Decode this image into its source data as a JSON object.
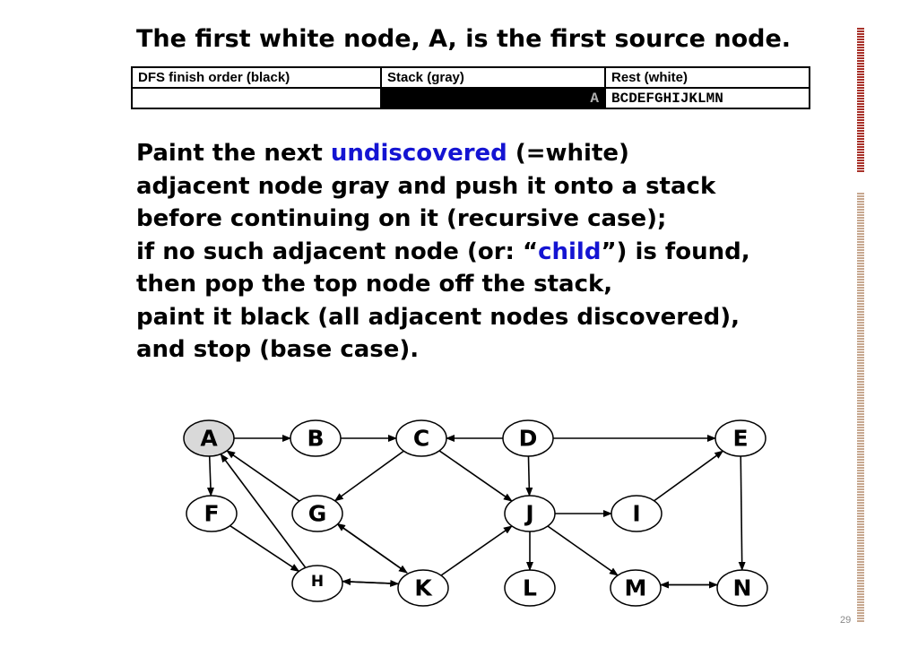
{
  "slide": {
    "title": "The first white node, A, is the first source node.",
    "page_number": "29"
  },
  "table": {
    "headers": [
      "DFS finish order (black)",
      "Stack (gray)",
      "Rest (white)"
    ],
    "finish_order": "",
    "stack": "A",
    "rest": "BCDEFGHIJKLMN"
  },
  "text": {
    "l1a": "Paint the next ",
    "l1b": "undiscovered",
    "l1c": " (=white)",
    "l2": "adjacent node gray and push it onto a stack",
    "l3": "before continuing on it (recursive case);",
    "l4a": "if no such adjacent node (or: “",
    "l4b": "child",
    "l4c": "”) is found,",
    "l5": "then pop the top node off the stack,",
    "l6": "paint it black (all adjacent nodes discovered),",
    "l7": "and stop (base case)."
  },
  "colors": {
    "highlight_blue": "#1414d2",
    "gray_node_fill": "#d9d9d9",
    "white_node_fill": "#ffffff"
  },
  "graph": {
    "nodes": [
      {
        "id": "A",
        "label": "A",
        "state": "gray"
      },
      {
        "id": "B",
        "label": "B",
        "state": "white"
      },
      {
        "id": "C",
        "label": "C",
        "state": "white"
      },
      {
        "id": "D",
        "label": "D",
        "state": "white"
      },
      {
        "id": "E",
        "label": "E",
        "state": "white"
      },
      {
        "id": "F",
        "label": "F",
        "state": "white"
      },
      {
        "id": "G",
        "label": "G",
        "state": "white"
      },
      {
        "id": "H",
        "label": "H",
        "state": "white"
      },
      {
        "id": "I",
        "label": "I",
        "state": "white"
      },
      {
        "id": "J",
        "label": "J",
        "state": "white"
      },
      {
        "id": "K",
        "label": "K",
        "state": "white"
      },
      {
        "id": "L",
        "label": "L",
        "state": "white"
      },
      {
        "id": "M",
        "label": "M",
        "state": "white"
      },
      {
        "id": "N",
        "label": "N",
        "state": "white"
      }
    ],
    "edges": [
      {
        "from": "A",
        "to": "B"
      },
      {
        "from": "B",
        "to": "C"
      },
      {
        "from": "D",
        "to": "C"
      },
      {
        "from": "D",
        "to": "E"
      },
      {
        "from": "A",
        "to": "F"
      },
      {
        "from": "G",
        "to": "A"
      },
      {
        "from": "C",
        "to": "G"
      },
      {
        "from": "C",
        "to": "J"
      },
      {
        "from": "D",
        "to": "J"
      },
      {
        "from": "J",
        "to": "I"
      },
      {
        "from": "I",
        "to": "E"
      },
      {
        "from": "E",
        "to": "N"
      },
      {
        "from": "F",
        "to": "H"
      },
      {
        "from": "H",
        "to": "A"
      },
      {
        "from": "G",
        "to": "K"
      },
      {
        "from": "K",
        "to": "G"
      },
      {
        "from": "H",
        "to": "K"
      },
      {
        "from": "K",
        "to": "H"
      },
      {
        "from": "K",
        "to": "J"
      },
      {
        "from": "J",
        "to": "L"
      },
      {
        "from": "J",
        "to": "M"
      },
      {
        "from": "M",
        "to": "N"
      },
      {
        "from": "N",
        "to": "M"
      }
    ]
  }
}
